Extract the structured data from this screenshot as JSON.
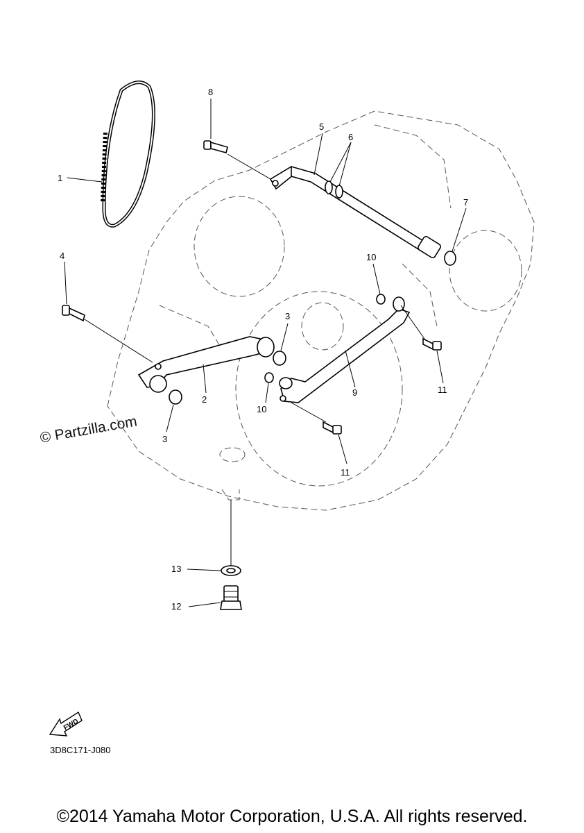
{
  "callouts": [
    {
      "id": "c1",
      "label": "1"
    },
    {
      "id": "c2",
      "label": "2"
    },
    {
      "id": "c3a",
      "label": "3"
    },
    {
      "id": "c3b",
      "label": "3"
    },
    {
      "id": "c4",
      "label": "4"
    },
    {
      "id": "c5",
      "label": "5"
    },
    {
      "id": "c6",
      "label": "6"
    },
    {
      "id": "c7",
      "label": "7"
    },
    {
      "id": "c8",
      "label": "8"
    },
    {
      "id": "c9",
      "label": "9"
    },
    {
      "id": "c10a",
      "label": "10"
    },
    {
      "id": "c10b",
      "label": "10"
    },
    {
      "id": "c11a",
      "label": "11"
    },
    {
      "id": "c11b",
      "label": "11"
    },
    {
      "id": "c12",
      "label": "12"
    },
    {
      "id": "c13",
      "label": "13"
    }
  ],
  "watermark": "© Partzilla.com",
  "fwd_label": "FWD",
  "reference_code": "3D8C171-J080",
  "copyright": "©2014 Yamaha Motor Corporation, U.S.A. All rights reserved."
}
